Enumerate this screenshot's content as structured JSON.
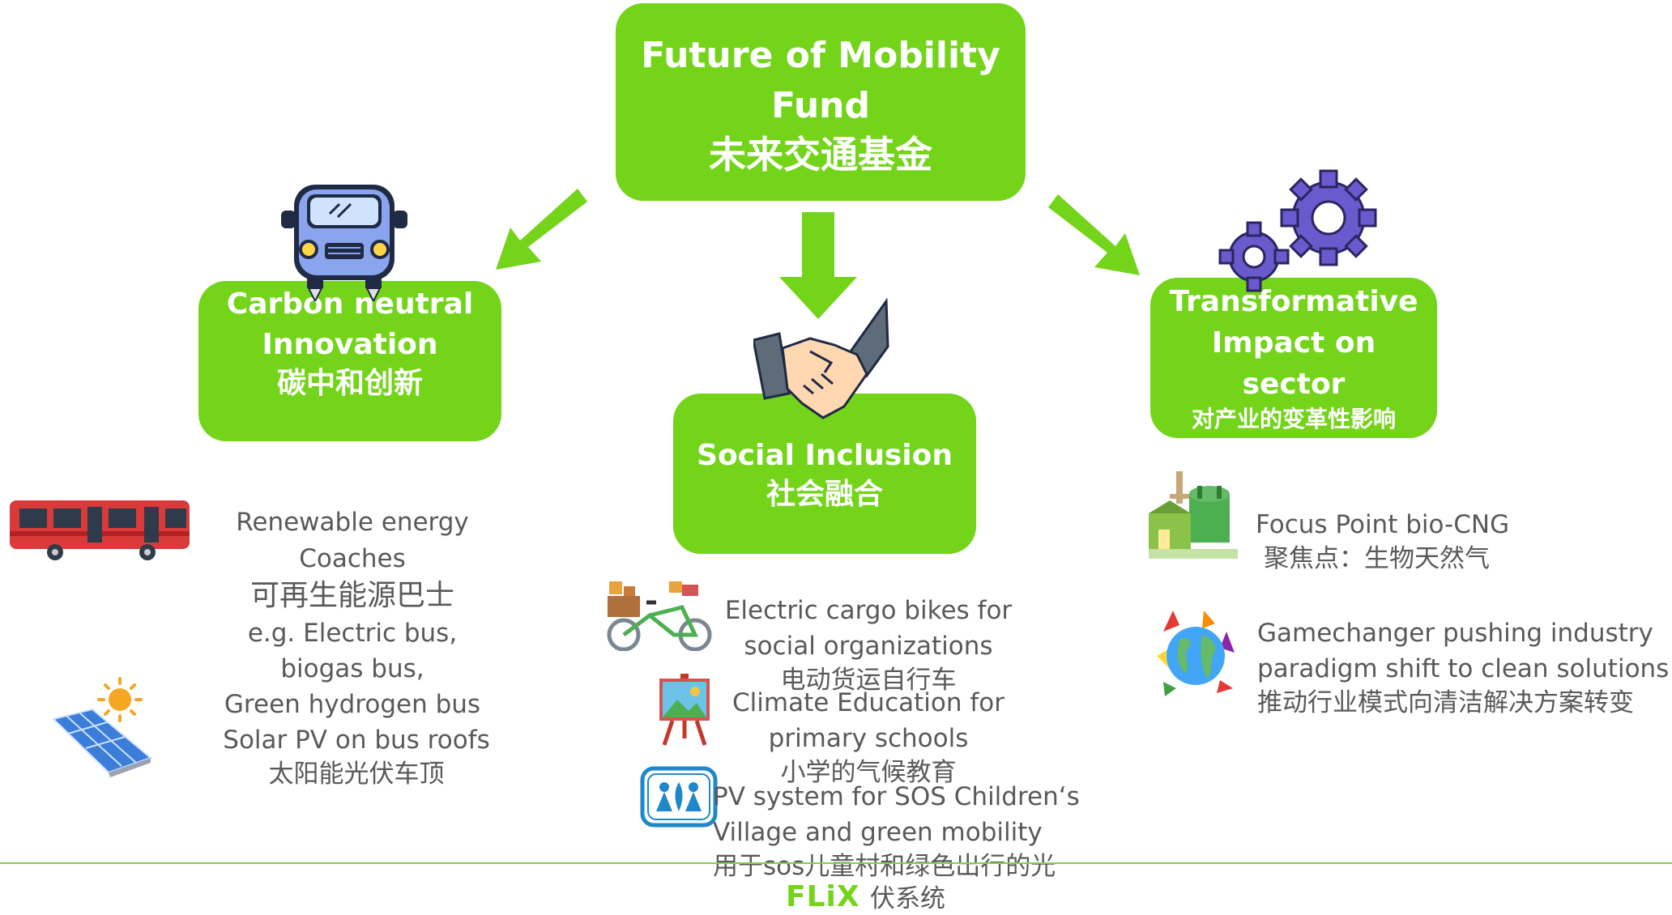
{
  "header": {
    "title_line1": "Future of Mobility",
    "title_line2": "Fund",
    "title_cn": "未来交通基金"
  },
  "pillars": {
    "carbon": {
      "line1": "Carbon neutral",
      "line2": "Innovation",
      "cn": "碳中和创新"
    },
    "social": {
      "line1": "Social Inclusion",
      "cn": "社会融合"
    },
    "transform": {
      "line1": "Transformative",
      "line2": "Impact on",
      "line3": "sector",
      "cn": "对产业的变革性影响"
    }
  },
  "carbon_items": {
    "coaches": {
      "line1": "Renewable energy",
      "line2": "Coaches",
      "cn": "可再生能源巴士",
      "line3": "e.g. Electric bus,",
      "line4": "biogas bus,",
      "line5": "Green hydrogen bus"
    },
    "solar": {
      "line1": "Solar PV on bus roofs",
      "cn": "太阳能光伏车顶"
    }
  },
  "social_items": {
    "bikes": {
      "line1": "Electric cargo bikes for",
      "line2": "social organizations",
      "cn": "电动货运自行车"
    },
    "education": {
      "line1": "Climate Education for",
      "line2": "primary schools",
      "cn": "小学的气候教育"
    },
    "pv": {
      "line1": "PV system for SOS Children‘s",
      "line2": "Village and green mobility",
      "cn_line1": "用于sos儿童村和绿色出行的光",
      "cn_line2": "伏系统"
    }
  },
  "transform_items": {
    "biocng": {
      "line1": "Focus Point bio-CNG",
      "cn": "聚焦点：生物天然气"
    },
    "gamechanger": {
      "line1": "Gamechanger pushing industry",
      "line2": "paradigm shift to clean solutions",
      "cn": "推动行业模式向清洁解决方案转变"
    }
  },
  "footer": {
    "logo_text": "FLiX"
  },
  "icons": {
    "car": "car-robot-icon",
    "gears": "gears-icon",
    "handshake": "handshake-icon",
    "bus": "bus-icon",
    "solar": "solar-panel-icon",
    "bike": "cargo-bike-icon",
    "easel": "easel-icon",
    "sos": "sos-children-icon",
    "plant": "biogas-plant-icon",
    "globe": "globe-hands-icon"
  },
  "colors": {
    "accent": "#73d41a",
    "text": "#595959",
    "footer_line": "#7ed34a"
  }
}
